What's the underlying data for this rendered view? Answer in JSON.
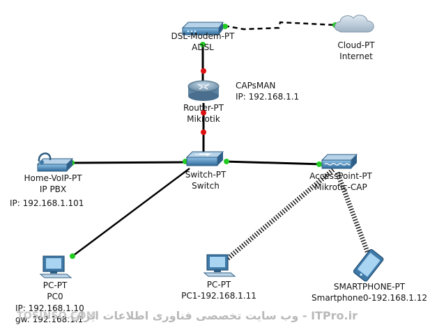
{
  "devices": {
    "dsl_modem": {
      "name": "DSL-Modem-PT",
      "sub": "ADSL"
    },
    "cloud": {
      "name": "Cloud-PT",
      "sub": "Internet"
    },
    "router": {
      "name": "Router-PT",
      "sub": "Mikrotik",
      "note_title": "CAPsMAN",
      "note_ip": "IP: 192.168.1.1"
    },
    "switch": {
      "name": "Switch-PT",
      "sub": "Switch"
    },
    "voip": {
      "name": "Home-VoIP-PT",
      "sub": "IP PBX",
      "ip": "IP: 192.168.1.101"
    },
    "access_point": {
      "name": "AccessPoint-PT",
      "sub": "Mikrotic-CAP"
    },
    "pc0": {
      "name": "PC-PT",
      "sub": "PC0",
      "ip": "IP: 192.168.1.10",
      "gw": "gw: 192.168.1.1"
    },
    "pc1": {
      "name": "PC-PT",
      "sub": "PC1-192.168.1.11"
    },
    "phone": {
      "name": "SMARTPHONE-PT",
      "sub": "Smartphone0-192.168.1.12"
    }
  },
  "watermark": {
    "left": "TOSINSO.COM",
    "right": "ITPro.ir - وب سایت تخصصی فناوری اطلاعات ایران"
  },
  "colors": {
    "link": "#000000",
    "port_up": "#22cc22",
    "port_down": "#dd1111",
    "device_blue": "#3e79a8"
  }
}
